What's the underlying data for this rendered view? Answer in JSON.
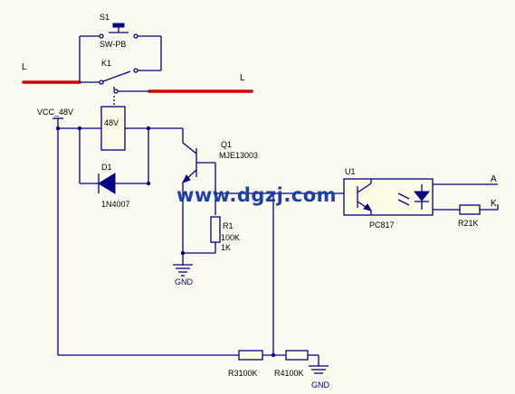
{
  "watermark": "www.dgzj.com",
  "line_labels": {
    "left": "L",
    "right": "L"
  },
  "switch_s1": {
    "ref": "S1",
    "value": "SW-PB"
  },
  "relay_k1": {
    "ref": "K1",
    "coil_voltage": "48V"
  },
  "supply": {
    "net": "VCC_48V"
  },
  "diode_d1": {
    "ref": "D1",
    "value": "1N4007"
  },
  "transistor_q1": {
    "ref": "Q1",
    "value": "MJE13003"
  },
  "resistor_r1": {
    "ref": "R1",
    "value": "100K",
    "extra": "1K"
  },
  "optocoupler_u1": {
    "ref": "U1",
    "value": "PC817"
  },
  "resistor_r2": {
    "label": "R21K"
  },
  "resistor_r3": {
    "label": "R3100K"
  },
  "resistor_r4": {
    "label": "R4100K"
  },
  "terminals": {
    "a": "A",
    "k": "K"
  },
  "ground": {
    "label_1": "GND",
    "label_2": "GND"
  },
  "colors": {
    "wire": "#000080",
    "power_line": "#cc0000",
    "watermark": "#1e3fa8",
    "background": "#fafaf0"
  }
}
